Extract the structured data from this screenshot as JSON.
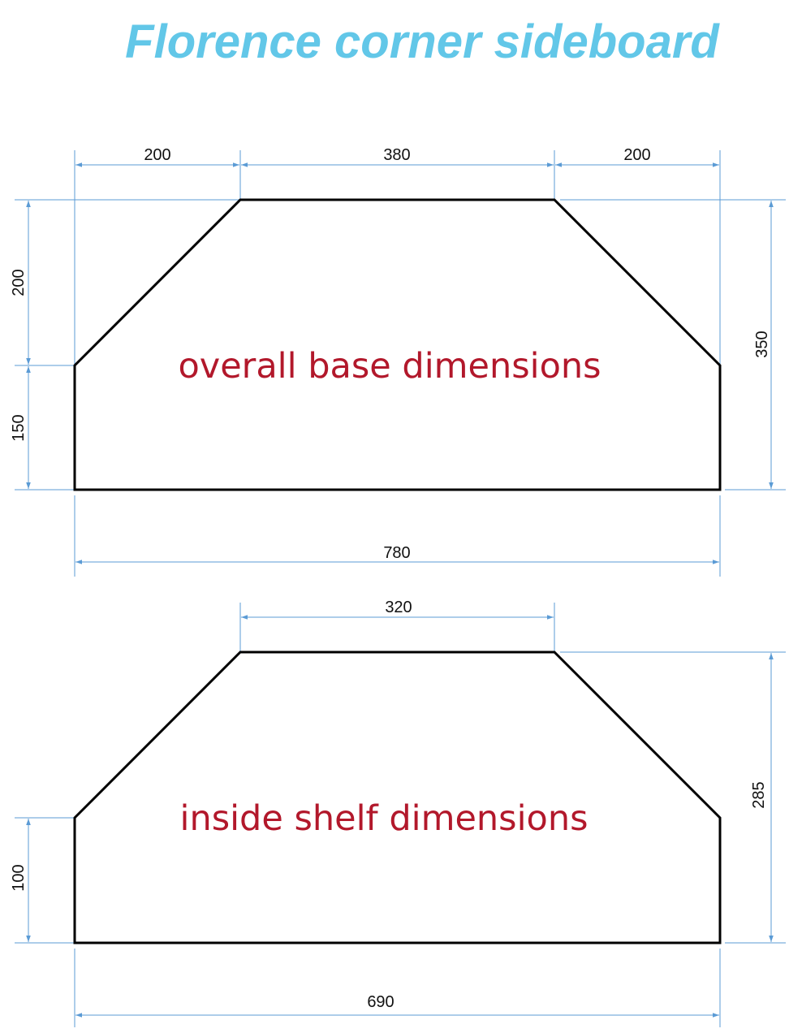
{
  "title": "Florence corner sideboard",
  "colors": {
    "title": "#62c7e8",
    "dimension_lines": "#5b9bd5",
    "outline": "#000000",
    "label": "#b2182b"
  },
  "base": {
    "label": "overall base dimensions",
    "dims": {
      "top_left": "200",
      "top_middle": "380",
      "top_right": "200",
      "left_upper": "200",
      "left_lower": "150",
      "right": "350",
      "bottom": "780"
    }
  },
  "shelf": {
    "label": "inside shelf dimensions",
    "dims": {
      "top_middle": "320",
      "left_lower": "100",
      "right": "285",
      "bottom": "690"
    }
  }
}
